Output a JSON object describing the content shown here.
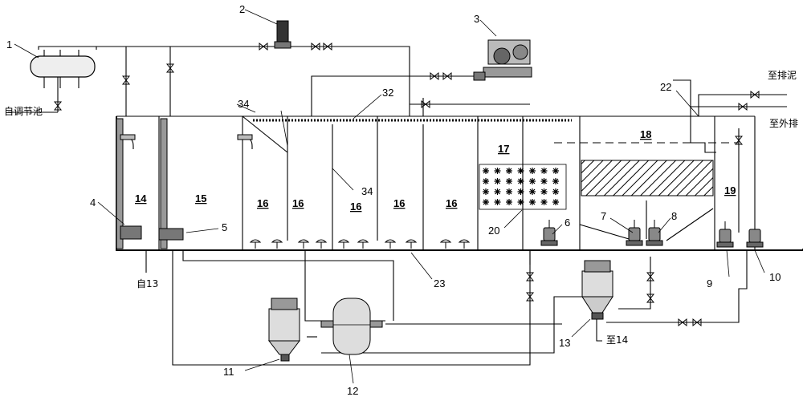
{
  "labels": {
    "inlet_from_tank": "自调节池",
    "from_13": "自13",
    "to_14": "至14",
    "to_sludge": "至排泥",
    "to_discharge": "至外排"
  },
  "equipment_numbers": {
    "n1": "1",
    "n2": "2",
    "n3": "3",
    "n4": "4",
    "n5": "5",
    "n6": "6",
    "n7": "7",
    "n8": "8",
    "n9": "9",
    "n10": "10",
    "n11": "11",
    "n12": "12",
    "n13": "13",
    "n20": "20",
    "n22": "22",
    "n23": "23",
    "n32": "32",
    "n34a": "34",
    "n34b": "34"
  },
  "zones": {
    "z14": "14",
    "z15": "15",
    "z16a": "16",
    "z16b": "16",
    "z16c": "16",
    "z16d": "16",
    "z16e": "16",
    "z17": "17",
    "z18": "18",
    "z19": "19"
  },
  "icons": [
    "valve-icon",
    "check-valve-icon",
    "pump-icon",
    "blower-icon",
    "diffuser-icon",
    "filter-tank-icon"
  ]
}
